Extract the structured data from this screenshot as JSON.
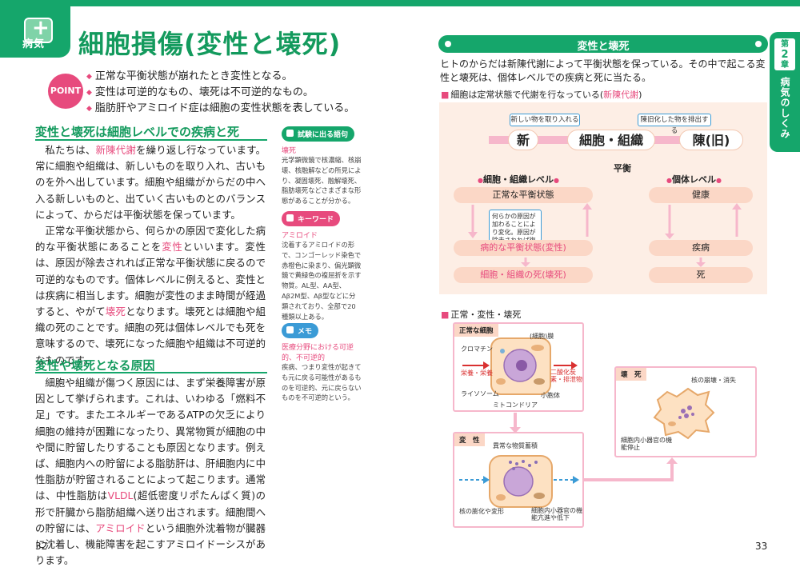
{
  "header": {
    "category": "病気",
    "title": "細胞損傷(変性と壊死)",
    "chapter_number": "2",
    "chapter_prefix": "第",
    "chapter_suffix": "章",
    "chapter_title": "病気のしくみ"
  },
  "point": {
    "badge": "POINT",
    "items": [
      "正常な平衡状態が崩れたとき変性となる。",
      "変性は可逆的なもの、壊死は不可逆的なもの。",
      "脂肪肝やアミロイド症は細胞の変性状態を表している。"
    ]
  },
  "section1": {
    "heading": "変性と壊死は細胞レベルでの疾病と死",
    "p1_a": "私たちは、",
    "p1_hl": "新陳代謝",
    "p1_b": "を繰り返し行なっています。常に細胞や組織は、新しいものを取り入れ、古いものを外へ出しています。細胞や組織がからだの中へ入る新しいものと、出ていく古いものとのバランスによって、からだは平衡状態を保っています。",
    "p2_a": "正常な平衡状態から、何らかの原因で変化した病的な平衡状態にあることを",
    "p2_hl1": "変性",
    "p2_b": "といいます。変性は、原因が除去されれば正常な平衡状態に戻るので可逆的なものです。個体レベルに例えると、変性とは疾病に相当します。細胞が変性のまま時間が経過すると、やがて",
    "p2_hl2": "壊死",
    "p2_c": "となります。壊死とは細胞や組織の死のことです。細胞の死は個体レベルでも死を意味するので、壊死になった細胞や組織は不可逆的なものです。"
  },
  "section2": {
    "heading": "変性や壊死となる原因",
    "p1_a": "細胞や組織が傷つく原因には、まず栄養障害が原因として挙げられます。これは、いわゆる「燃料不足」です。またエネルギーであるATPの欠乏により細胞の維持が困難になったり、異常物質が細胞の中や間に貯留したりすることも原因となります。例えば、細胞内への貯留による脂肪肝は、肝細胞内に中性脂肪が貯留されることによって起こります。通常は、中性脂肪は",
    "p1_hl1": "VLDL",
    "p1_b": "(超低密度リポたんぱく質)の形で肝臓から脂肪組織へ送り出されます。細胞間への貯留には、",
    "p1_hl2": "アミロイド",
    "p1_c": "という細胞外沈着物が臓器に沈着し、機能障害を起こすアミロイドーシスがあります。"
  },
  "side_notes": [
    {
      "tag": "試験に出る語句",
      "term": "壊死",
      "body": "光学顕微鏡で核濃縮、核崩壊、核融解などの所見により、凝固壊死、融解壊死、脂肪壊死などさまざまな形態があることが分かる。"
    },
    {
      "tag": "キーワード",
      "term": "アミロイド",
      "body": "沈着するアミロイドの形で、コンゴーレッド染色で赤橙色に染まり、偏光顕微鏡で黄緑色の複屈折を示す物質。AL型、AA型、Aβ2M型、Aβ型などに分類されており、全部で20種類以上ある。"
    },
    {
      "tag": "メモ",
      "term": "医療分野における可逆的、不可逆的",
      "body": "疾病、つまり変性が起きても元に戻る可能性があるものを可逆的、元に戻らないものを不可逆的という。"
    }
  ],
  "right": {
    "section_heading": "変性と壊死",
    "intro": "ヒトのからだは新陳代謝によって平衡状態を保っている。その中で起こる変性と壊死は、個体レベルでの疾病と死に当たる。",
    "fig1_label_a": "細胞は定常状態で代謝を行なっている(",
    "fig1_label_hl": "新陳代謝",
    "fig1_label_b": ")",
    "fig1": {
      "bubble_new": "新しい物を取り入れる",
      "bubble_old": "陳旧化した物を排出する",
      "new": "新",
      "cell_tissue": "細胞・組織",
      "old": "陳(旧)",
      "balance": "平衡",
      "level_cell": "細胞・組織レベル",
      "level_individual": "個体レベル",
      "normal": "正常な平衡状態",
      "health": "健康",
      "callout": "何らかの原因が加わることにより変化。原因が除去されれば復帰(回復)",
      "pathologic": "病的な平衡状態(変性)",
      "disease": "疾病",
      "cell_death": "細胞・組織の死(壊死)",
      "death": "死"
    },
    "fig2_label": "正常・変性・壊死",
    "fig2": {
      "normal_tag": "正常な細胞",
      "membrane": "(細胞)膜",
      "chromatin": "クロマチン",
      "nutrients": "栄養・栄養",
      "co2": "二酸化炭素・排泄物",
      "lysosome": "ライソソーム",
      "small_body": "小胞体",
      "mito": "ミトコンドリア",
      "degen_tag": "変　性",
      "abnormal": "異常な物質蓄積",
      "nucleus_change": "核の膨化や変形",
      "organelle": "細胞内小器官の機能亢進や低下",
      "necro_tag": "壊　死",
      "nucleus_break": "核の崩壊・消失",
      "organelle_stop": "細胞内小器官の機能停止"
    }
  },
  "pages": {
    "left": "32",
    "right": "33"
  },
  "colors": {
    "green": "#15a66b",
    "pink": "#e74a7d",
    "blue": "#3b9bd6",
    "peach": "#fdeee5"
  }
}
